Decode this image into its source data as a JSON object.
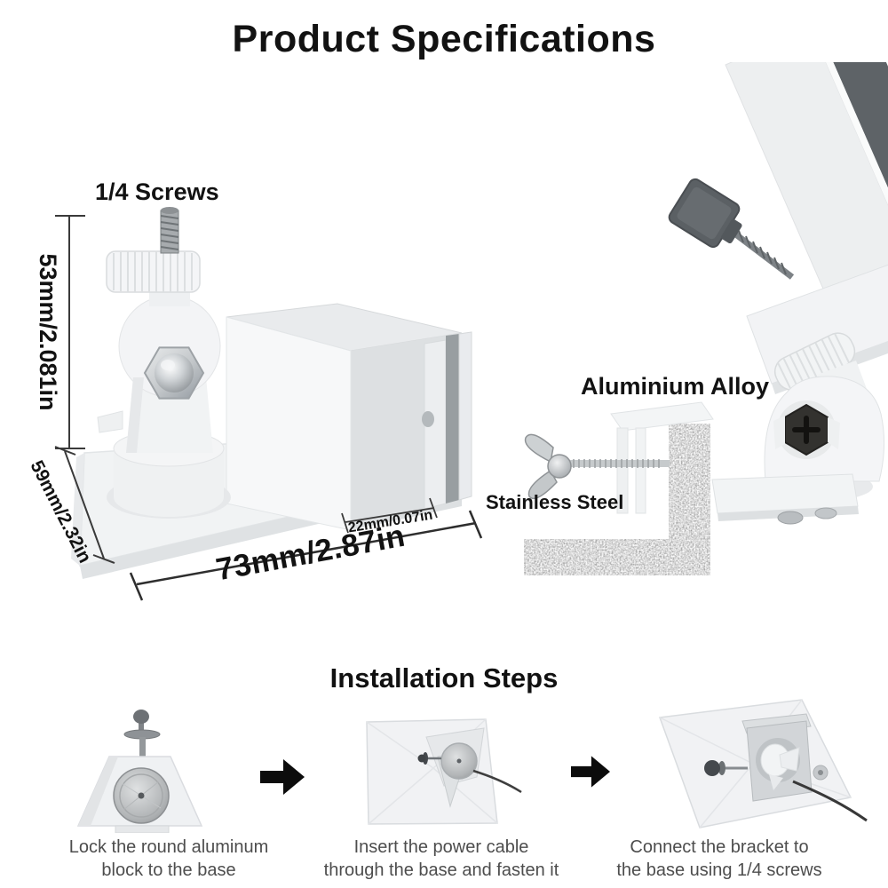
{
  "title": "Product Specifications",
  "spec_figure": {
    "screws_label": "1/4 Screws",
    "height_dim": "53mm/2.081in",
    "depth_dim": "59mm/2.32in",
    "slot_dim": "22mm/0.07in",
    "width_dim": "73mm/2.87in",
    "alloy_label": "Aluminium Alloy",
    "steel_label": "Stainless Steel"
  },
  "installation": {
    "heading": "Installation Steps",
    "steps": [
      {
        "line1": "Lock the round aluminum",
        "line2": "block to the base"
      },
      {
        "line1": "Insert the power cable",
        "line2": "through the base and fasten it"
      },
      {
        "line1": "Connect the bracket to",
        "line2": "the base using 1/4 screws"
      }
    ]
  },
  "icons": {
    "step_arrow": "arrow-right"
  },
  "colors": {
    "text": "#121212",
    "caption_text": "#4d4d4d",
    "dim_line": "#3a3a3a",
    "product_white": "#f3f4f6",
    "panel_dark_band": "#5e6367",
    "knob_dark": "#5b6064",
    "arrow_black": "#0c0c0c"
  }
}
